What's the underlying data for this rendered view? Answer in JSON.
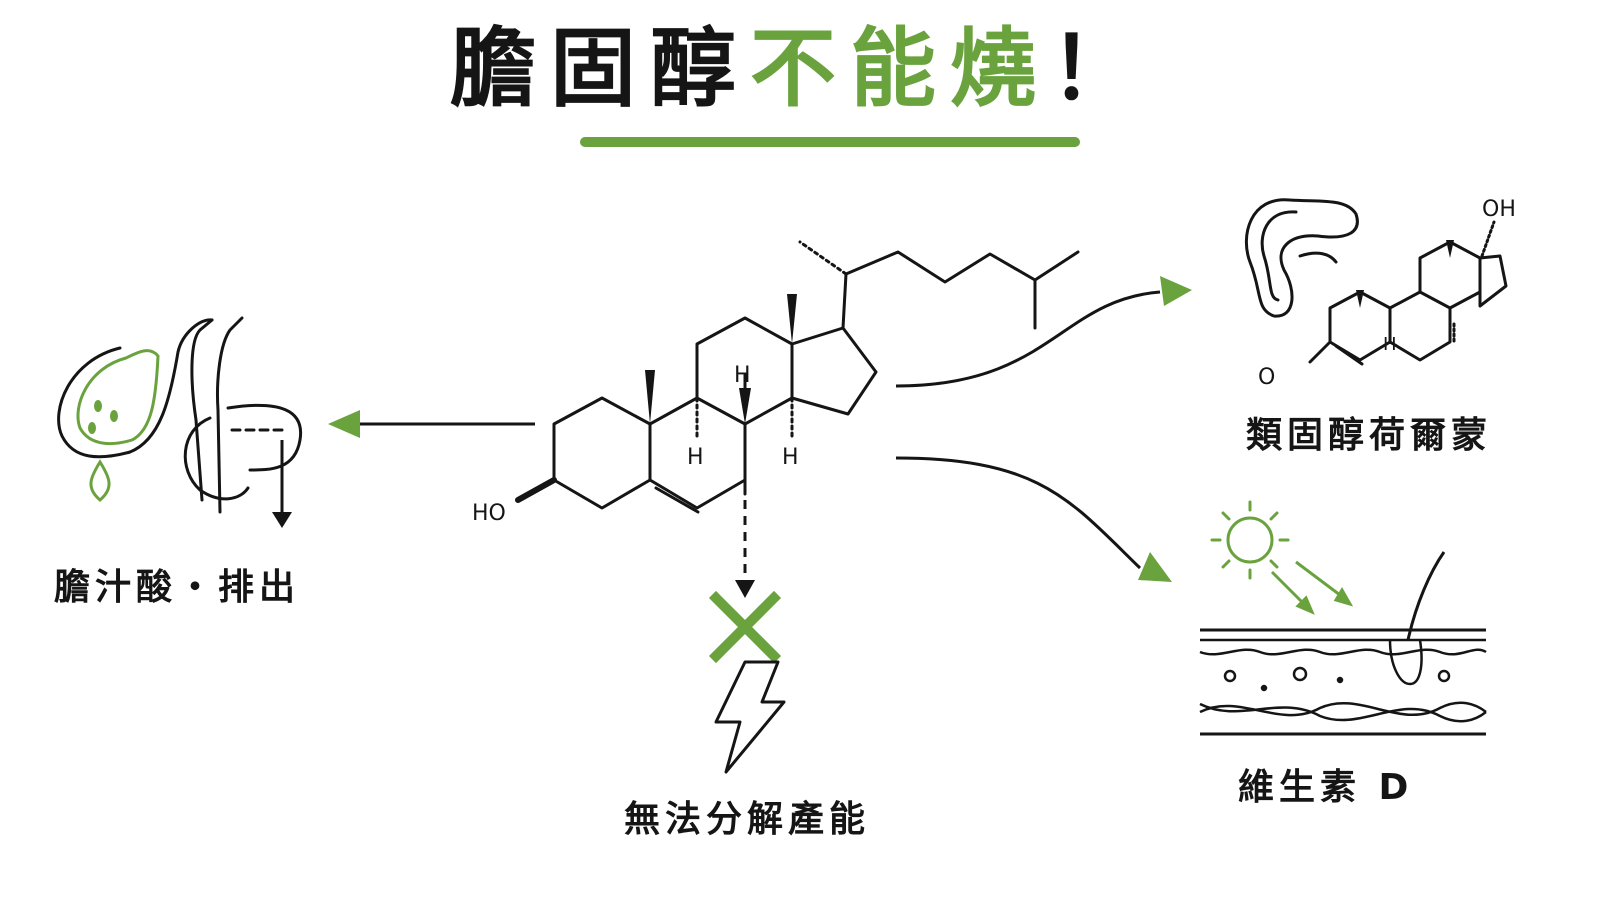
{
  "title": {
    "part1": "膽固醇",
    "part2": "不能燒",
    "part3": "！"
  },
  "labels": {
    "bile": "膽汁酸・排出",
    "no_energy": "無法分解產能",
    "steroid": "類固醇荷爾蒙",
    "vitd": "維生素 D"
  },
  "chem": {
    "ho": "HO",
    "h_top": "H",
    "h_left": "H",
    "h_right": "H",
    "oh": "OH",
    "o": "O",
    "h_steroid": "H"
  },
  "colors": {
    "accent": "#6aa33e",
    "ink": "#151515"
  }
}
